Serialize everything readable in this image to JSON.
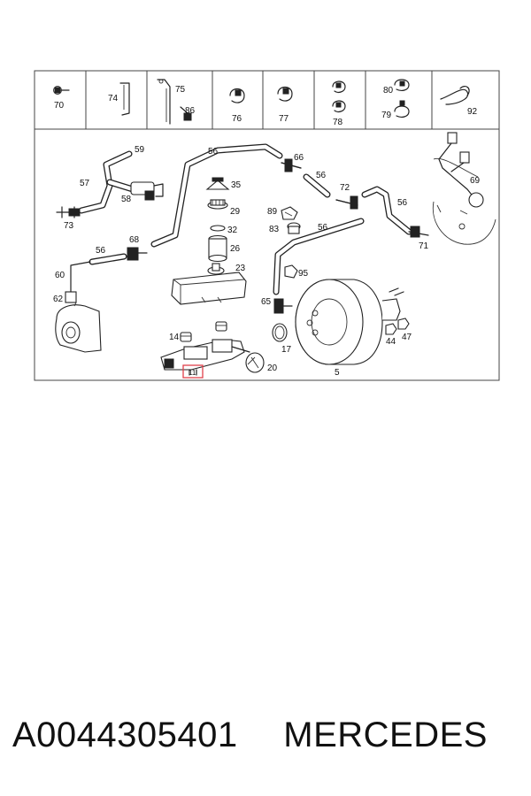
{
  "header_parts": [
    {
      "id": "p70",
      "label": "70"
    },
    {
      "id": "p74",
      "label": "74"
    },
    {
      "id": "p75",
      "label": "75"
    },
    {
      "id": "p86",
      "label": "86"
    },
    {
      "id": "p76",
      "label": "76"
    },
    {
      "id": "p77",
      "label": "77"
    },
    {
      "id": "p78",
      "label": "78"
    },
    {
      "id": "p80",
      "label": "80"
    },
    {
      "id": "p79",
      "label": "79"
    },
    {
      "id": "p92",
      "label": "92"
    }
  ],
  "body_parts": {
    "p59": "59",
    "p57": "57",
    "p58": "58",
    "p73": "73",
    "p56a": "56",
    "p56b": "56",
    "p56c": "56",
    "p56d": "56",
    "p56e": "56",
    "p66": "66",
    "p35": "35",
    "p29": "29",
    "p32": "32",
    "p26": "26",
    "p23": "23",
    "p72": "72",
    "p69": "69",
    "p71": "71",
    "p89": "89",
    "p83": "83",
    "p95": "95",
    "p68": "68",
    "p60": "60",
    "p62": "62",
    "p65": "65",
    "p14": "14",
    "p17": "17",
    "p20": "20",
    "p5": "5",
    "p44": "44",
    "p47": "47",
    "p11": "11"
  },
  "highlight": {
    "part": "11",
    "color": "#e0404a"
  },
  "caption": {
    "part_number": "A0044305401",
    "brand": "MERCEDES"
  }
}
